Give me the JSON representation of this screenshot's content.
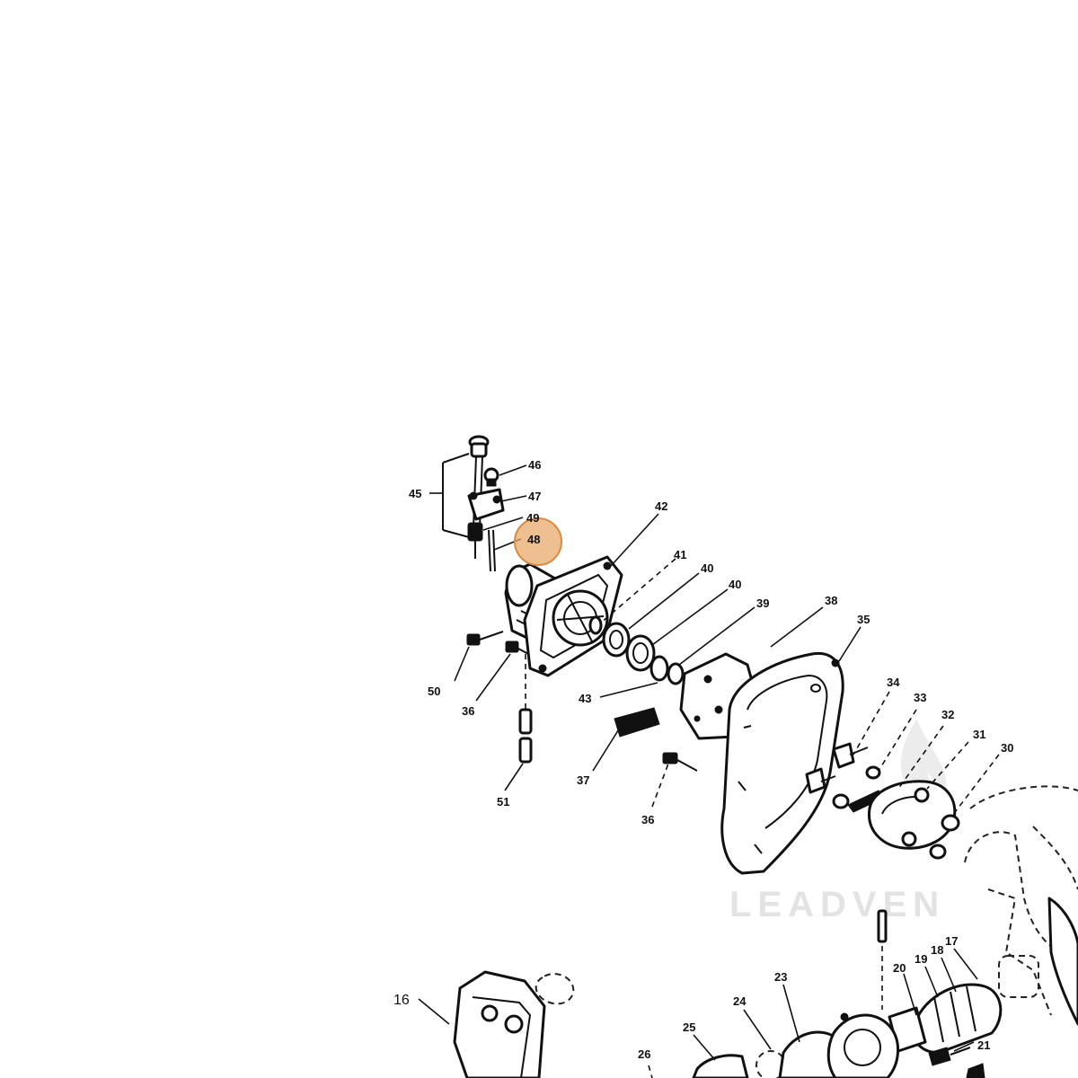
{
  "diagram": {
    "watermark": "LEADVEN",
    "highlight_color": "#e8a765",
    "callouts": {
      "p45": "45",
      "p46": "46",
      "p47": "47",
      "p49": "49",
      "p48": "48",
      "p42": "42",
      "p41": "41",
      "p40a": "40",
      "p40b": "40",
      "p39": "39",
      "p38": "38",
      "p35": "35",
      "p50": "50",
      "p36a": "36",
      "p43": "43",
      "p34": "34",
      "p33": "33",
      "p32": "32",
      "p31": "31",
      "p30": "30",
      "p37": "37",
      "p51": "51",
      "p36b": "36",
      "p16": "16",
      "p23": "23",
      "p24": "24",
      "p25": "25",
      "p26": "26",
      "p20": "20",
      "p19": "19",
      "p18": "18",
      "p17": "17",
      "p21": "21"
    }
  }
}
